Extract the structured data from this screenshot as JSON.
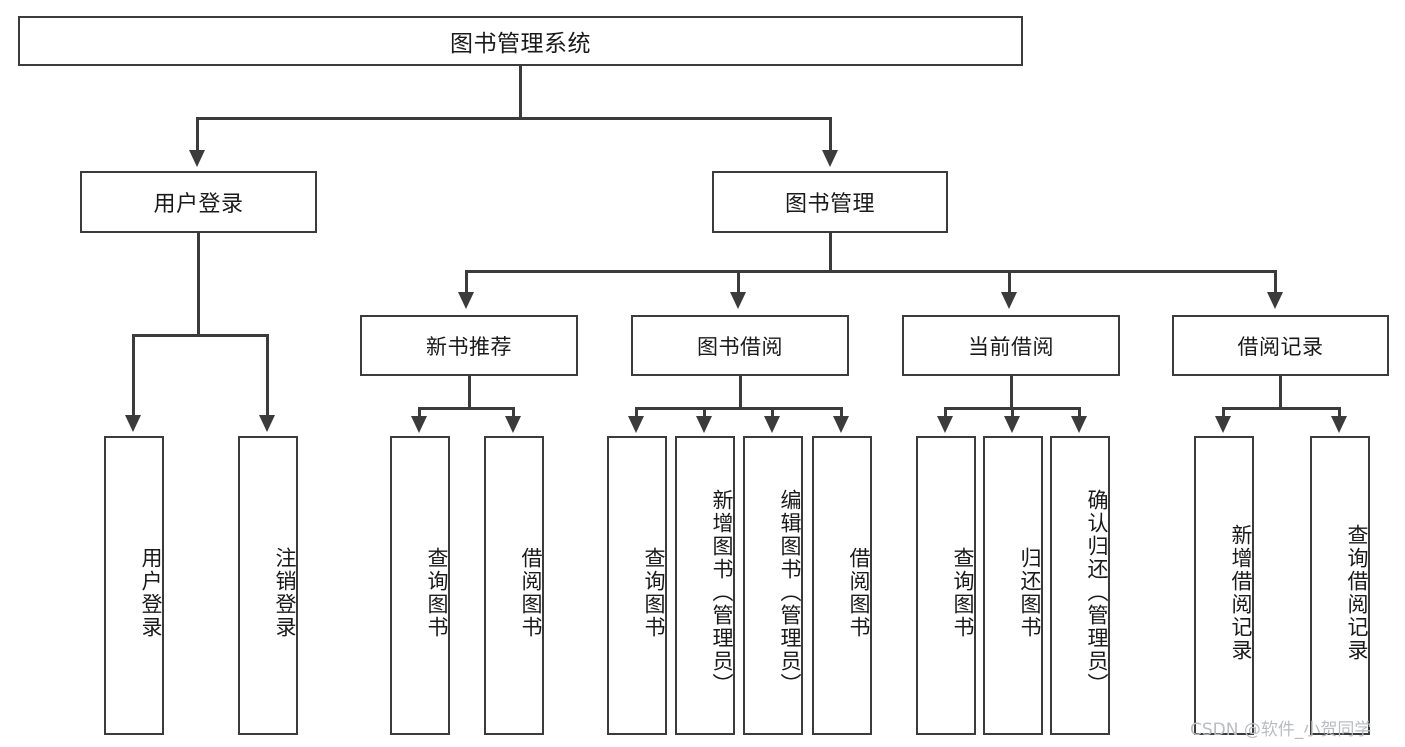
{
  "diagram": {
    "type": "tree",
    "title": "图书管理系统",
    "root": {
      "label": "图书管理系统"
    },
    "level2": [
      {
        "label": "用户登录"
      },
      {
        "label": "图书管理"
      }
    ],
    "level3": [
      {
        "label": "新书推荐"
      },
      {
        "label": "图书借阅"
      },
      {
        "label": "当前借阅"
      },
      {
        "label": "借阅记录"
      }
    ],
    "leaves": {
      "user_login": [
        {
          "label": "用户登录"
        },
        {
          "label": "注销登录"
        }
      ],
      "new_book_recommend": [
        {
          "label": "查询图书"
        },
        {
          "label": "借阅图书"
        }
      ],
      "book_borrow": [
        {
          "label": "查询图书"
        },
        {
          "label": "新增图书（管理员）"
        },
        {
          "label": "编辑图书（管理员）"
        },
        {
          "label": "借阅图书"
        }
      ],
      "current_borrow": [
        {
          "label": "查询图书"
        },
        {
          "label": "归还图书"
        },
        {
          "label": "确认归还（管理员）"
        }
      ],
      "borrow_record": [
        {
          "label": "新增借阅记录"
        },
        {
          "label": "查询借阅记录"
        }
      ]
    },
    "watermark": "CSDN @软件_小贺同学",
    "colors": {
      "line": "#3b3b3b",
      "box_border": "#3b3b3b",
      "box_fill": "#ffffff",
      "text": "#1a1a1a",
      "watermark": "#b9bcc0",
      "background": "#ffffff"
    }
  }
}
